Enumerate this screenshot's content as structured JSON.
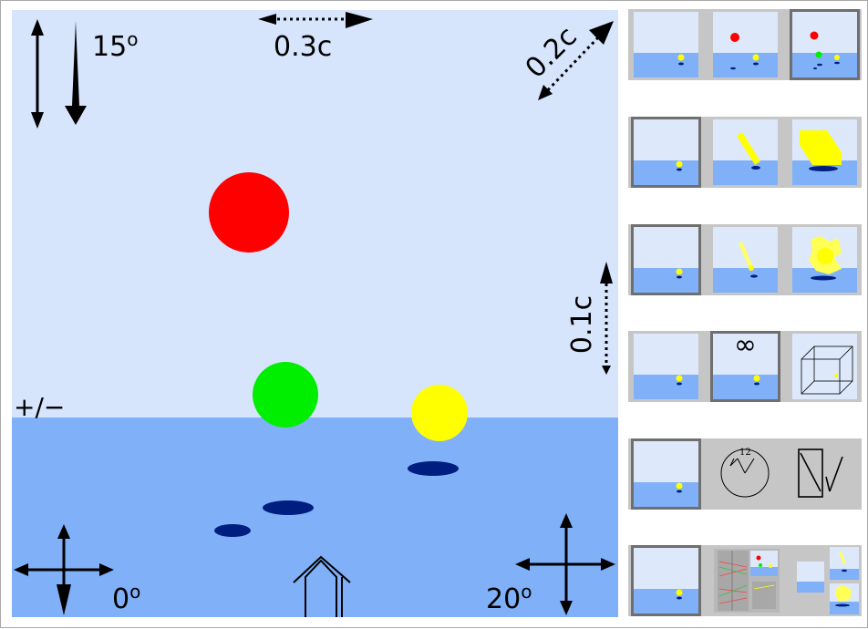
{
  "scene": {
    "sky_color": "#d6e4fc",
    "sea_color": "#80b0f8",
    "balls": [
      {
        "name": "red-ball",
        "color": "#ff0000"
      },
      {
        "name": "green-ball",
        "color": "#00ee00"
      },
      {
        "name": "yellow-ball",
        "color": "#ffff00"
      }
    ],
    "shadow_color": "#001e80"
  },
  "controls": {
    "pitch_label": "15",
    "pitch_unit": "o",
    "speed_x_label": "0.3c",
    "speed_diag_label": "0.2c",
    "speed_y_label": "0.1c",
    "zoom_label": "+/−",
    "yaw_left_label": "0",
    "yaw_left_unit": "o",
    "yaw_right_label": "20",
    "yaw_right_unit": "o"
  },
  "panel": {
    "rows": [
      {
        "name": "objects",
        "thumbs": [
          "single-ball",
          "two-balls",
          "three-balls"
        ],
        "selected": 2
      },
      {
        "name": "shape",
        "thumbs": [
          "ball",
          "stretched",
          "flattened"
        ],
        "selected": 0
      },
      {
        "name": "effect",
        "thumbs": [
          "ball",
          "streak",
          "burst"
        ],
        "selected": 0
      },
      {
        "name": "view",
        "thumbs": [
          "normal",
          "infinity",
          "wireframe-box"
        ],
        "selected": 1,
        "infinity_symbol": "∞"
      },
      {
        "name": "time",
        "thumbs": [
          "normal",
          "clock",
          "light-path"
        ],
        "selected": 0,
        "clock_number": "12"
      },
      {
        "name": "layout",
        "thumbs": [
          "single",
          "diagram",
          "multi"
        ],
        "selected": 0
      }
    ]
  }
}
